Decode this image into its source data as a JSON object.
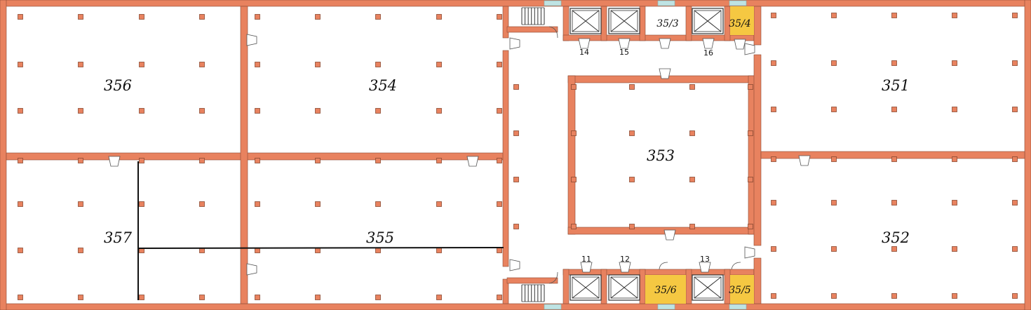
{
  "colors": {
    "wall": "#e8825f",
    "wall_stroke": "#8a4a32",
    "column": "#e8825f",
    "floor": "#ffffff",
    "highlight": "#f5c842",
    "window": "#bfe3e3"
  },
  "rooms": {
    "r356": "356",
    "r354": "354",
    "r351": "351",
    "r353": "353",
    "r357": "357",
    "r355": "355",
    "r352": "352",
    "r35_3": "35/3",
    "r35_4": "35/4",
    "r35_6": "35/6",
    "r35_5": "35/5"
  },
  "doors": {
    "d14": "14",
    "d15": "15",
    "d16": "16",
    "d11": "11",
    "d12": "12",
    "d13": "13"
  },
  "icons": {
    "elevator": "elevator-icon",
    "stairs": "stairs-icon",
    "column": "column-icon"
  }
}
